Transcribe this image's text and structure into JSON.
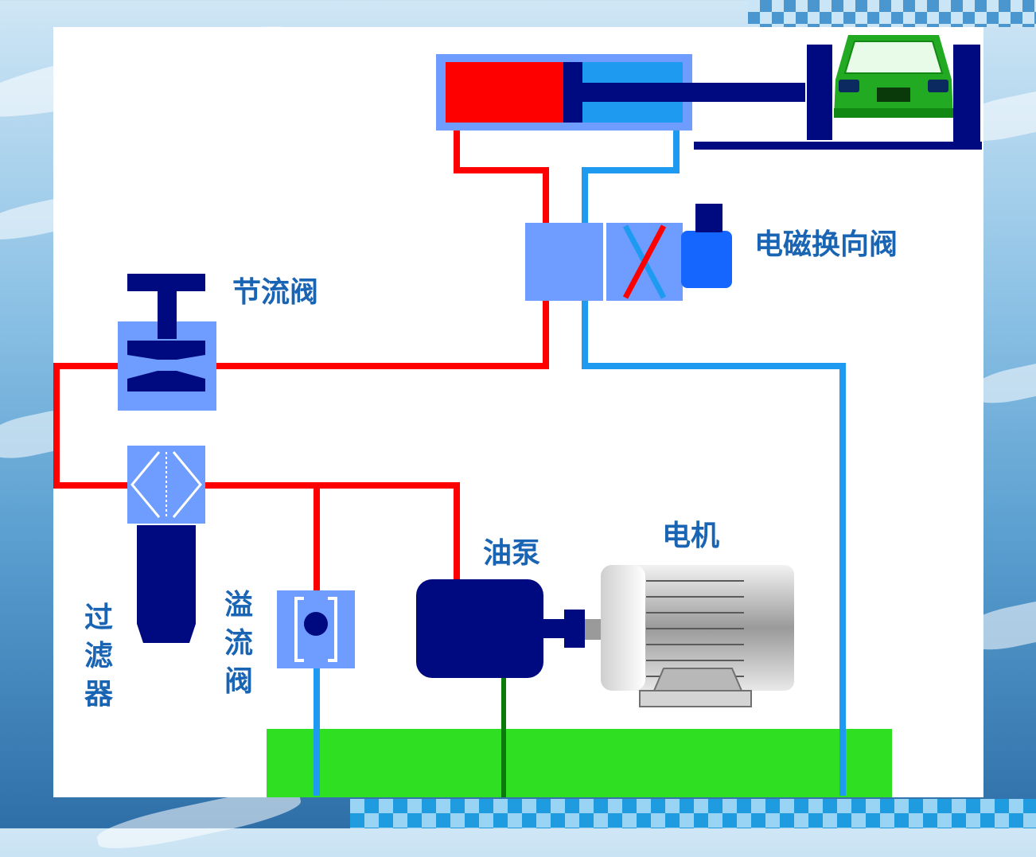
{
  "colors": {
    "pressure_line": "#ff0000",
    "return_line": "#1e9bf0",
    "drain_line": "#0a7a0a",
    "component_dark": "#000a80",
    "component_light": "#6f9cff",
    "tank": "#2ee021",
    "car_body": "#22aa22"
  },
  "labels": {
    "solenoid_valve": "电磁换向阀",
    "throttle_valve": "节流阀",
    "filter": "过滤器",
    "relief_valve": "溢流阀",
    "oil_pump": "油泵",
    "motor": "电机"
  },
  "icons": {
    "cylinder": "hydraulic-cylinder-icon",
    "car": "car-icon",
    "solenoid_valve": "solenoid-valve-icon",
    "throttle_valve": "throttle-valve-icon",
    "filter": "filter-icon",
    "relief_valve": "relief-valve-icon",
    "oil_pump": "oil-pump-icon",
    "motor": "electric-motor-icon",
    "tank": "oil-tank-icon"
  }
}
